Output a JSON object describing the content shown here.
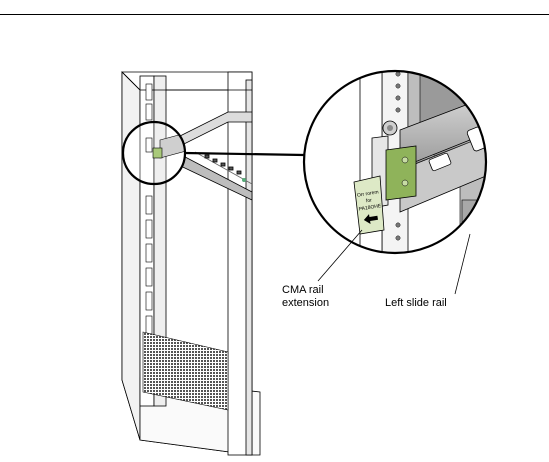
{
  "labels": {
    "cma_rail_extension_line1": "CMA rail",
    "cma_rail_extension_line2": "extension",
    "left_slide_rail": "Left slide rail"
  },
  "tag_text": {
    "line1": "Orr  rorem",
    "line2": "for",
    "line3": "PA18OHE"
  },
  "colors": {
    "line": "#000000",
    "rack_fill": "#ffffff",
    "rack_shade": "#e4e4e4",
    "rack_dark": "#9a9a9a",
    "bracket_green": "#8fb35a",
    "bracket_green_light": "#c7dca4",
    "tag_green": "#dde9c6"
  }
}
